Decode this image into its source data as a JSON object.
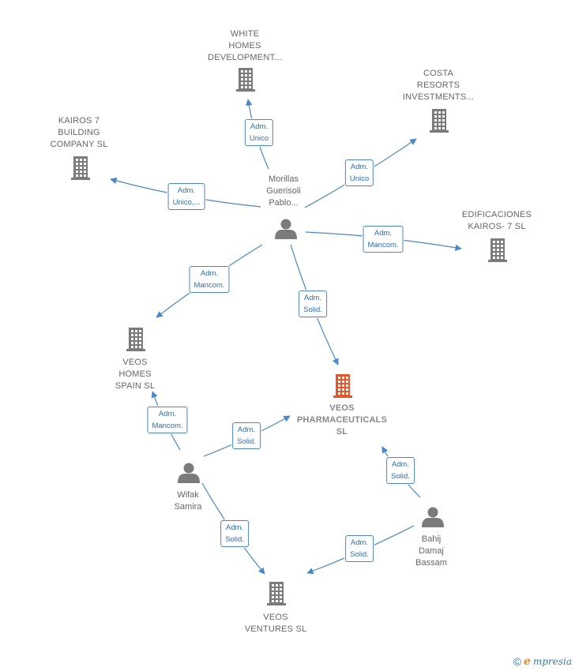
{
  "colors": {
    "edge": "#4a86c8",
    "company_icon": "#7b7b7b",
    "focal_icon": "#e8552a",
    "person_icon": "#7b7b7b"
  },
  "nodes": [
    {
      "id": "white_homes",
      "kind": "company",
      "label": "WHITE\nHOMES\nDEVELOPMENT..."
    },
    {
      "id": "costa_resorts",
      "kind": "company",
      "label": "COSTA\nRESORTS\nINVESTMENTS..."
    },
    {
      "id": "kairos7_building",
      "kind": "company",
      "label": "KAIROS 7\nBUILDING\nCOMPANY SL"
    },
    {
      "id": "edificaciones_kairos",
      "kind": "company",
      "label": "EDIFICACIONES\nKAIROS- 7 SL"
    },
    {
      "id": "morillas",
      "kind": "person",
      "label": "Morillas\nGuerisoli\nPablo..."
    },
    {
      "id": "veos_homes",
      "kind": "company",
      "label": "VEOS\nHOMES\nSPAIN SL"
    },
    {
      "id": "veos_pharma",
      "kind": "focal",
      "label": "VEOS\nPHARMACEUTICALS\nSL"
    },
    {
      "id": "wifak",
      "kind": "person",
      "label": "Wifak\nSamira"
    },
    {
      "id": "bahij",
      "kind": "person",
      "label": "Bahij\nDamaj\nBassam"
    },
    {
      "id": "veos_ventures",
      "kind": "company",
      "label": "VEOS\nVENTURES SL"
    }
  ],
  "edges": [
    {
      "from": "morillas",
      "to": "white_homes",
      "label": "Adm.\nUnico"
    },
    {
      "from": "morillas",
      "to": "costa_resorts",
      "label": "Adm.\nUnico"
    },
    {
      "from": "morillas",
      "to": "kairos7_building",
      "label": "Adm.\nUnico,..."
    },
    {
      "from": "morillas",
      "to": "edificaciones_kairos",
      "label": "Adm.\nMancom."
    },
    {
      "from": "morillas",
      "to": "veos_homes",
      "label": "Adm.\nMancom."
    },
    {
      "from": "morillas",
      "to": "veos_pharma",
      "label": "Adm.\nSolid."
    },
    {
      "from": "wifak",
      "to": "veos_homes",
      "label": "Adm.\nMancom."
    },
    {
      "from": "wifak",
      "to": "veos_pharma",
      "label": "Adm.\nSolid."
    },
    {
      "from": "wifak",
      "to": "veos_ventures",
      "label": "Adm.\nSolid."
    },
    {
      "from": "bahij",
      "to": "veos_pharma",
      "label": "Adm.\nSolid."
    },
    {
      "from": "bahij",
      "to": "veos_ventures",
      "label": "Adm.\nSolid."
    }
  ],
  "footer": {
    "copyright": "©",
    "brand_initial": "e",
    "brand_rest": "mpresia"
  }
}
